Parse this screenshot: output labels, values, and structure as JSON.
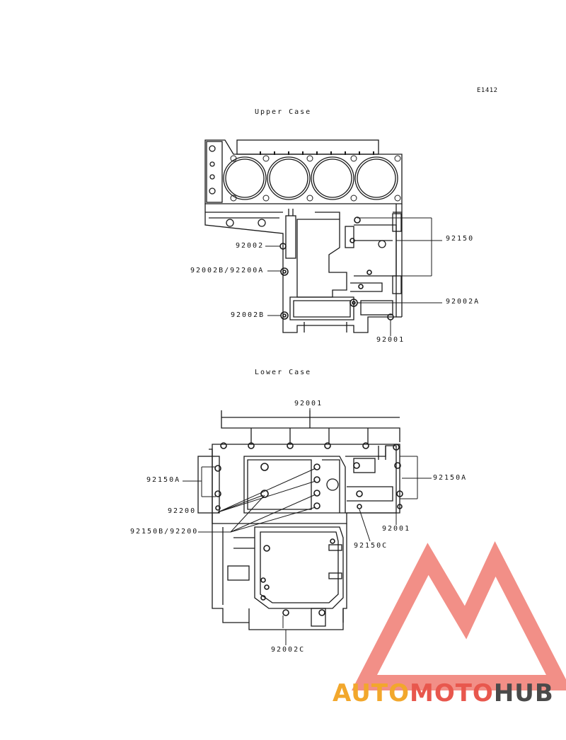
{
  "figure_code": "E1412",
  "sections": {
    "upper": {
      "title": "Upper Case"
    },
    "lower": {
      "title": "Lower Case"
    }
  },
  "labels": {
    "upper": {
      "l92002": "92002",
      "l92002B_92200A": "92002B/92200A",
      "l92002B": "92002B",
      "l92150": "92150",
      "l92002A": "92002A",
      "l92001": "92001"
    },
    "lower": {
      "l92001_top": "92001",
      "l92150A_left": "92150A",
      "l92150A_right": "92150A",
      "l92200": "92200",
      "l92150B_92200": "92150B/92200",
      "l92001_right": "92001",
      "l92150C": "92150C",
      "l92002C": "92002C"
    }
  },
  "watermark": {
    "part1": "AUTO",
    "part2": "MOTO",
    "part3": "HUB",
    "color_light": "#f2a72c",
    "color_mid": "#e8574d",
    "color_dark": "#4a4a4a",
    "logo_color": "#ee6a5f"
  }
}
